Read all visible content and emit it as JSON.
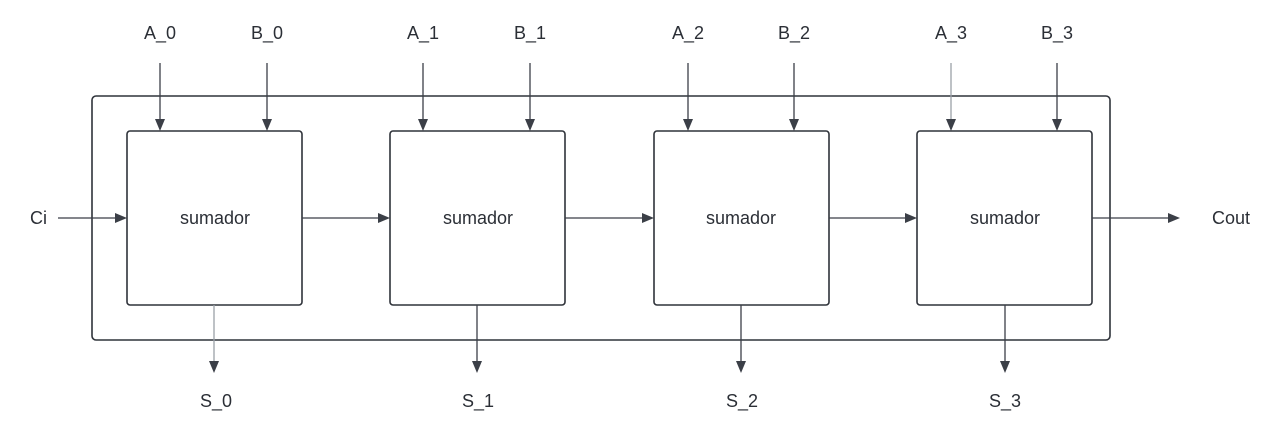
{
  "diagram": {
    "carry_in_label": "Ci",
    "carry_out_label": "Cout",
    "adders": [
      {
        "name": "sumador",
        "a_label": "A_0",
        "b_label": "B_0",
        "s_label": "S_0"
      },
      {
        "name": "sumador",
        "a_label": "A_1",
        "b_label": "B_1",
        "s_label": "S_1"
      },
      {
        "name": "sumador",
        "a_label": "A_2",
        "b_label": "B_2",
        "s_label": "S_2"
      },
      {
        "name": "sumador",
        "a_label": "A_3",
        "b_label": "B_3",
        "s_label": "S_3"
      }
    ]
  }
}
